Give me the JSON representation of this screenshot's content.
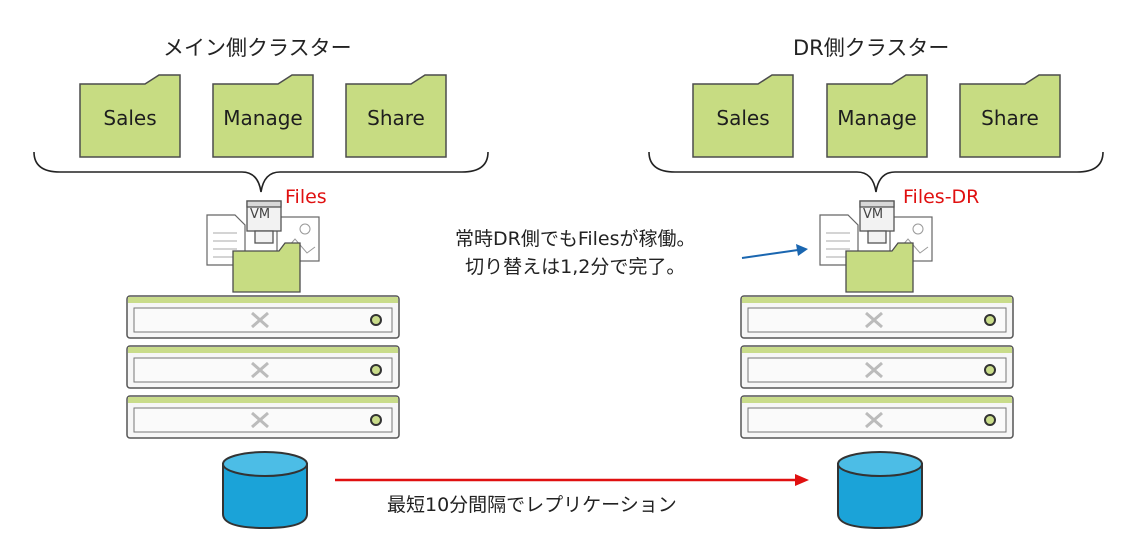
{
  "left_cluster": {
    "title": "メイン側クラスター",
    "folders": [
      "Sales",
      "Manage",
      "Share"
    ],
    "files_label": "Files",
    "vm_label": "VM"
  },
  "right_cluster": {
    "title": "DR側クラスター",
    "folders": [
      "Sales",
      "Manage",
      "Share"
    ],
    "files_label": "Files-DR",
    "vm_label": "VM"
  },
  "note": {
    "line1": "常時DR側でもFilesが稼働。",
    "line2": "切り替えは1,2分で完了。"
  },
  "replication_label": "最短10分間隔でレプリケーション",
  "colors": {
    "folder_fill": "#c7dc82",
    "folder_stroke": "#4c4c4c",
    "server_accent": "#c9dc8a",
    "db_fill": "#1ba3d8",
    "db_top": "#4cbde6",
    "red": "#e01010",
    "blue_arrow": "#1a66b0"
  }
}
